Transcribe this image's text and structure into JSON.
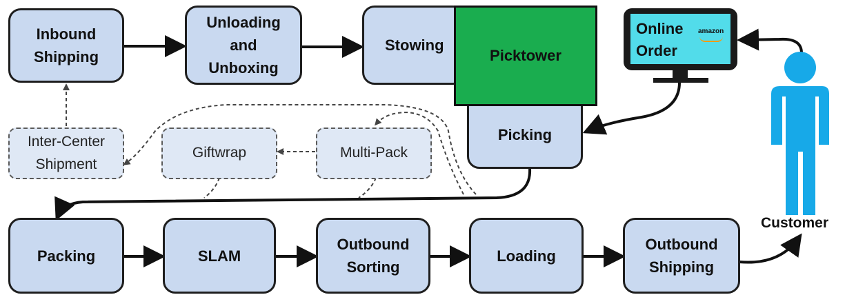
{
  "colors": {
    "process_fill": "#c9d9f0",
    "optional_fill": "#dfe8f5",
    "picktower_fill": "#1aad4f",
    "screen_fill": "#52dcea",
    "customer_fill": "#17a9e8"
  },
  "nodes": {
    "inbound_shipping": "Inbound\nShipping",
    "unloading": "Unloading\nand\nUnboxing",
    "stowing": "Stowing",
    "picktower": "Picktower",
    "picking": "Picking",
    "inter_center": "Inter-Center\nShipment",
    "giftwrap": "Giftwrap",
    "multi_pack": "Multi-Pack",
    "packing": "Packing",
    "slam": "SLAM",
    "outbound_sorting": "Outbound\nSorting",
    "loading": "Loading",
    "outbound_shipping": "Outbound\nShipping"
  },
  "monitor": {
    "text": "Online\nOrder",
    "brand": "amazon",
    "icon": "monitor-icon"
  },
  "customer": {
    "label": "Customer",
    "icon": "person-icon"
  }
}
